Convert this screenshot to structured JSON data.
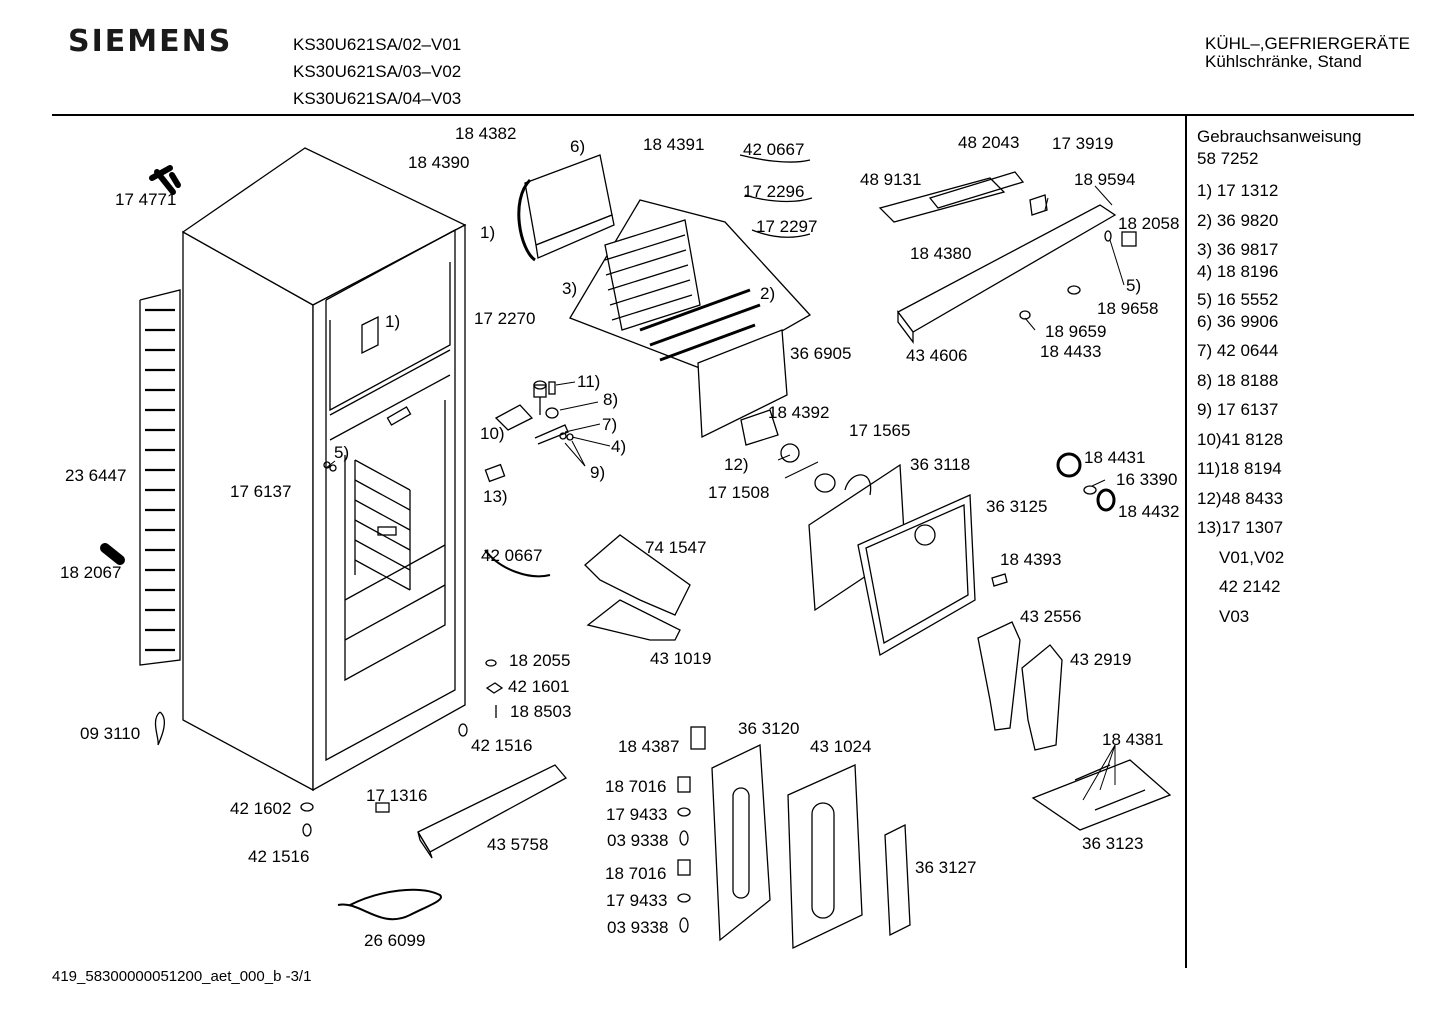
{
  "header": {
    "brand": "SIEMENS",
    "models": [
      "KS30U621SA/02–V01",
      "KS30U621SA/03–V02",
      "KS30U621SA/04–V03"
    ],
    "category_line1": "KÜHL–,GEFRIERGERÄTE",
    "category_line2": "Kühlschränke, Stand"
  },
  "sidebar": {
    "heading": "Gebrauchsanweisung",
    "heading_number": "58 7252",
    "items": [
      "1) 17 1312",
      "2) 36 9820",
      "3) 36 9817",
      "4) 18 8196",
      "5) 16 5552",
      "6) 36 9906",
      "7) 42 0644",
      "8) 18 8188",
      "9) 17 6137",
      "10)41 8128",
      "11)18 8194",
      "12)48 8433",
      "13)17 1307"
    ],
    "variant_items": [
      "V01,V02",
      "42 2142",
      "V03"
    ]
  },
  "diagram_labels": {
    "l_174771": "17 4771",
    "l_236447": "23 6447",
    "l_182067": "18 2067",
    "l_093110": "09 3110",
    "l_176137": "17 6137",
    "l_5a": "5)",
    "l_1a": "1)",
    "l_421602": "42 1602",
    "l_421516a": "42 1516",
    "l_421516b": "42 1516",
    "l_171316": "17 1316",
    "l_435758": "43 5758",
    "l_266099": "26 6099",
    "l_184382": "18 4382",
    "l_184390": "18 4390",
    "l_6": "6)",
    "l_1b": "1)",
    "l_172270": "17 2270",
    "l_184391": "18 4391",
    "l_420667a": "42 0667",
    "l_172296": "17 2296",
    "l_172297": "17 2297",
    "l_3": "3)",
    "l_2": "2)",
    "l_366905": "36 6905",
    "l_11": "11)",
    "l_8": "8)",
    "l_7": "7)",
    "l_4": "4)",
    "l_10": "10)",
    "l_9": "9)",
    "l_13": "13)",
    "l_184392": "18 4392",
    "l_12": "12)",
    "l_171508": "17 1508",
    "l_171565": "17 1565",
    "l_363118": "36 3118",
    "l_363125": "36 3125",
    "l_420667b": "42 0667",
    "l_741547": "74 1547",
    "l_431019": "43 1019",
    "l_182055": "18 2055",
    "l_421601": "42 1601",
    "l_188503": "18 8503",
    "l_482043": "48 2043",
    "l_173919": "17 3919",
    "l_489131": "48 9131",
    "l_189594": "18 9594",
    "l_184380": "18 4380",
    "l_182058": "18 2058",
    "l_5b": "5)",
    "l_189658": "18 9658",
    "l_434606": "43 4606",
    "l_189659": "18 9659",
    "l_184433": "18 4433",
    "l_184431": "18 4431",
    "l_163390": "16 3390",
    "l_184432": "18 4432",
    "l_184393": "18 4393",
    "l_432556": "43 2556",
    "l_432919": "43 2919",
    "l_184381": "18 4381",
    "l_363123": "36 3123",
    "l_184387": "18 4387",
    "l_363120": "36 3120",
    "l_431024": "43 1024",
    "l_187016a": "18 7016",
    "l_179433a": "17 9433",
    "l_039338a": "03 9338",
    "l_187016b": "18 7016",
    "l_179433b": "17 9433",
    "l_039338b": "03 9338",
    "l_363127": "36 3127"
  },
  "footer": {
    "doc_id": "419_58300000051200_aet_000_b -3/1"
  }
}
